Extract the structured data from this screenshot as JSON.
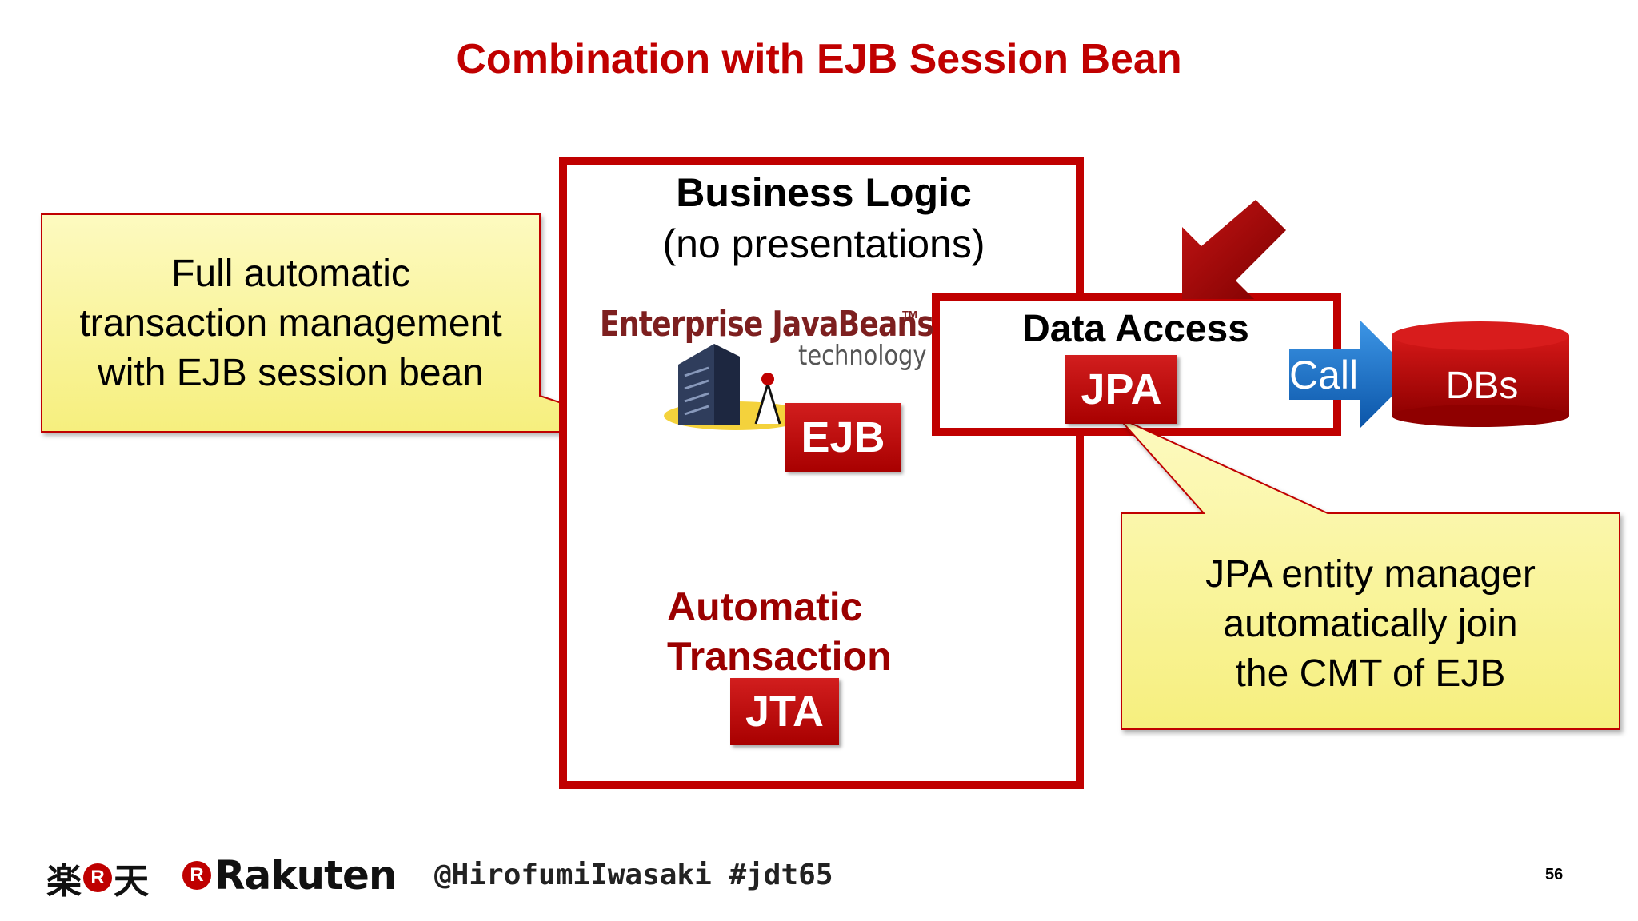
{
  "slide": {
    "title": "Combination with EJB Session Bean",
    "page_number": "56"
  },
  "business_logic": {
    "title": "Business Logic",
    "subtitle": "(no presentations)",
    "ejb_logo_title": "Enterprise JavaBeans",
    "ejb_logo_tm": "TM",
    "ejb_logo_sub": "technology",
    "ejb_badge": "EJB",
    "automatic_line1": "Automatic",
    "automatic_line2": "Transaction",
    "jta_badge": "JTA"
  },
  "data_access": {
    "title": "Data Access",
    "jpa_badge": "JPA"
  },
  "call_arrow_label": "Call",
  "db_label": "DBs",
  "callout_left": {
    "line1": "Full automatic",
    "line2": "transaction management",
    "line3": "with EJB session bean"
  },
  "callout_right": {
    "line1": "JPA entity manager",
    "line2": "automatically join",
    "line3": "the CMT of EJB"
  },
  "footer": {
    "brand_kanji_1": "楽",
    "brand_kanji_2": "天",
    "brand_r": "R",
    "brand_word": "Rakuten",
    "handle": "@HirofumiIwasaki #jdt65"
  },
  "colors": {
    "accent_red": "#c00000",
    "callout_fill": "#fdf9a8",
    "call_blue": "#1a70c8"
  }
}
